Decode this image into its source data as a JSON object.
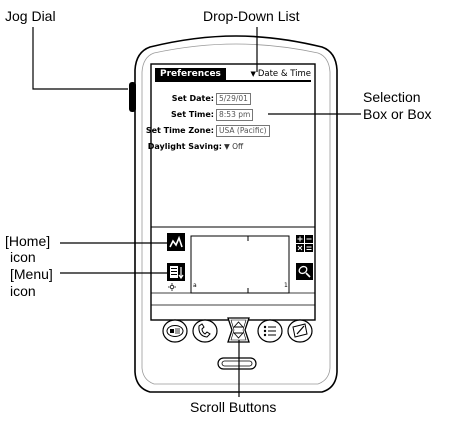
{
  "callouts": {
    "jog_dial": "Jog Dial",
    "drop_down_list": "Drop-Down List",
    "selection_box": [
      "Selection",
      "Box or Box"
    ],
    "home_icon": [
      "[Home]",
      "icon"
    ],
    "menu_icon": [
      "[Menu]",
      "icon"
    ],
    "scroll_buttons": "Scroll Buttons"
  },
  "screen": {
    "title": "Preferences",
    "category": "Date & Time",
    "rows": {
      "set_date": {
        "label": "Set Date:",
        "value": "5/29/01"
      },
      "set_time": {
        "label": "Set Time:",
        "value": "8:53 pm"
      },
      "set_time_zone": {
        "label": "Set Time Zone:",
        "value": "USA (Pacific)"
      },
      "daylight_saving": {
        "label": "Daylight Saving:",
        "value": "Off"
      }
    }
  },
  "graffiti": {
    "left_letter": "a",
    "right_number": "1"
  },
  "colors": {
    "outline": "#000000",
    "body": "#ffffff",
    "muted": "#777777"
  }
}
